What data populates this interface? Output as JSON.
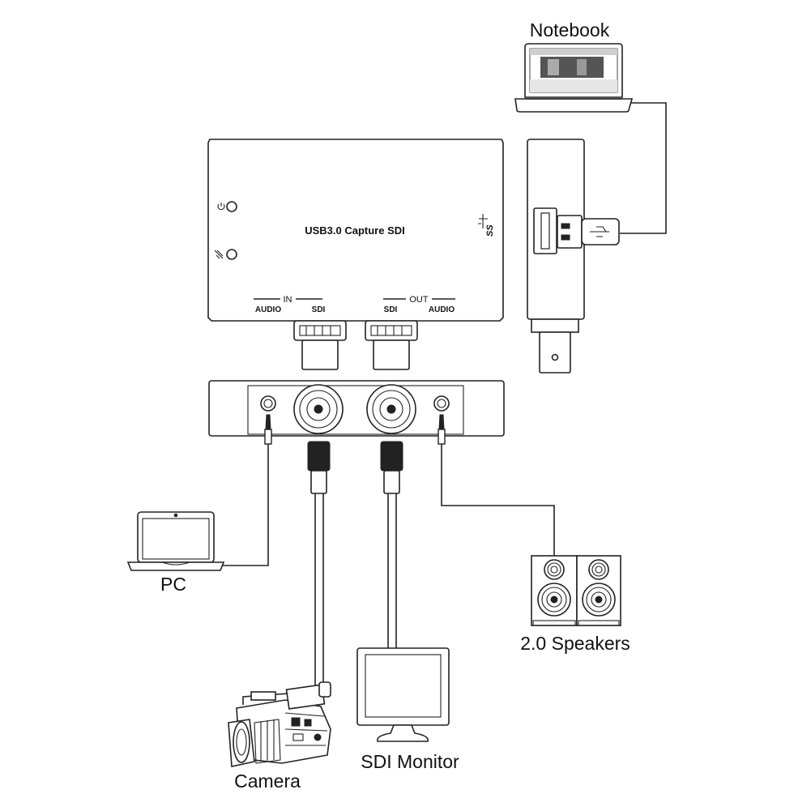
{
  "labels": {
    "notebook": "Notebook",
    "pc": "PC",
    "speakers": "2.0 Speakers",
    "sdi_monitor": "SDI Monitor",
    "camera": "Camera"
  },
  "device": {
    "name": "USB3.0 Capture SDI",
    "in_label": "IN",
    "out_label": "OUT",
    "in_audio": "AUDIO",
    "in_sdi": "SDI",
    "out_sdi": "SDI",
    "out_audio": "AUDIO",
    "usb_logo": "SS"
  }
}
